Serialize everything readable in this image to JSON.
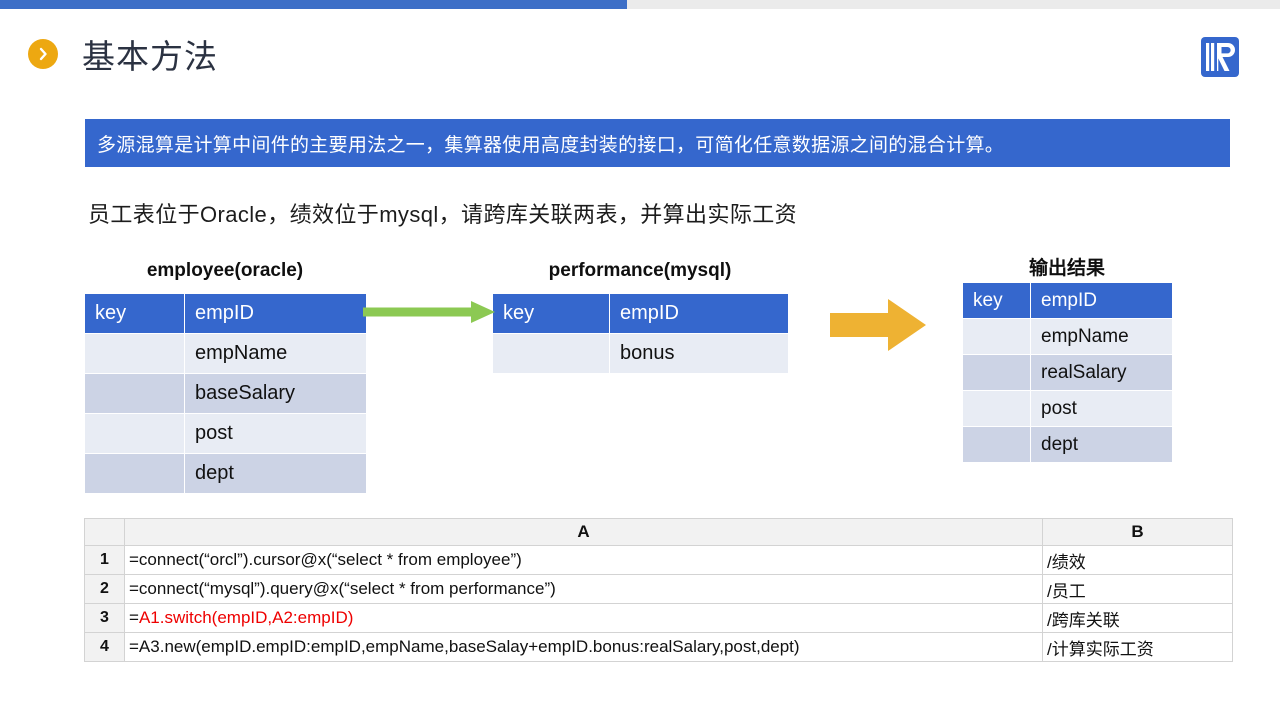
{
  "topbar": {
    "progress_percent": 49,
    "fill_color": "#3d6fc7",
    "track_color": "#ebebeb"
  },
  "header": {
    "bullet_icon": "chevron-right-icon",
    "title": "基本方法",
    "logo_icon": "raqsoft-logo-icon"
  },
  "banner": {
    "text": "多源混算是计算中间件的主要用法之一，集算器使用高度封装的接口，可简化任意数据源之间的混合计算。",
    "background": "#3567cd",
    "text_color": "#ffffff"
  },
  "subline": {
    "text": "员工表位于Oracle，绩效位于mysql，请跨库关联两表，并算出实际工资"
  },
  "tables": {
    "employee": {
      "title": "employee(oracle)",
      "header": {
        "key": "key",
        "field": "empID"
      },
      "rows": [
        "empName",
        "baseSalary",
        "post",
        "dept"
      ]
    },
    "performance": {
      "title": "performance(mysql)",
      "header": {
        "key": "key",
        "field": "empID"
      },
      "rows": [
        "bonus"
      ]
    },
    "output": {
      "title": "输出结果",
      "header": {
        "key": "key",
        "field": "empID"
      },
      "rows": [
        "empName",
        "realSalary",
        "post",
        "dept"
      ]
    }
  },
  "arrows": {
    "join_arrow": {
      "icon": "arrow-right-icon",
      "color": "#8cc953"
    },
    "result_arrow": {
      "icon": "block-arrow-right-icon",
      "color": "#eeb233"
    }
  },
  "codegrid": {
    "columns": [
      "",
      "A",
      "B"
    ],
    "rows": [
      {
        "n": "1",
        "a": "=connect(“orcl”).cursor@x(“select * from employee”)",
        "a_red": false,
        "b": "/绩效"
      },
      {
        "n": "2",
        "a": "=connect(“mysql”).query@x(“select * from performance”)",
        "a_red": false,
        "b": "/员工"
      },
      {
        "n": "3",
        "a": "A1.switch(empID,A2:empID)",
        "a_prefix": "=",
        "a_red": true,
        "b": "/跨库关联"
      },
      {
        "n": "4",
        "a": "=A3.new(empID.empID:empID,empName,baseSalay+empID.bonus:realSalary,post,dept)",
        "a_red": false,
        "b": "/计算实际工资"
      }
    ]
  }
}
